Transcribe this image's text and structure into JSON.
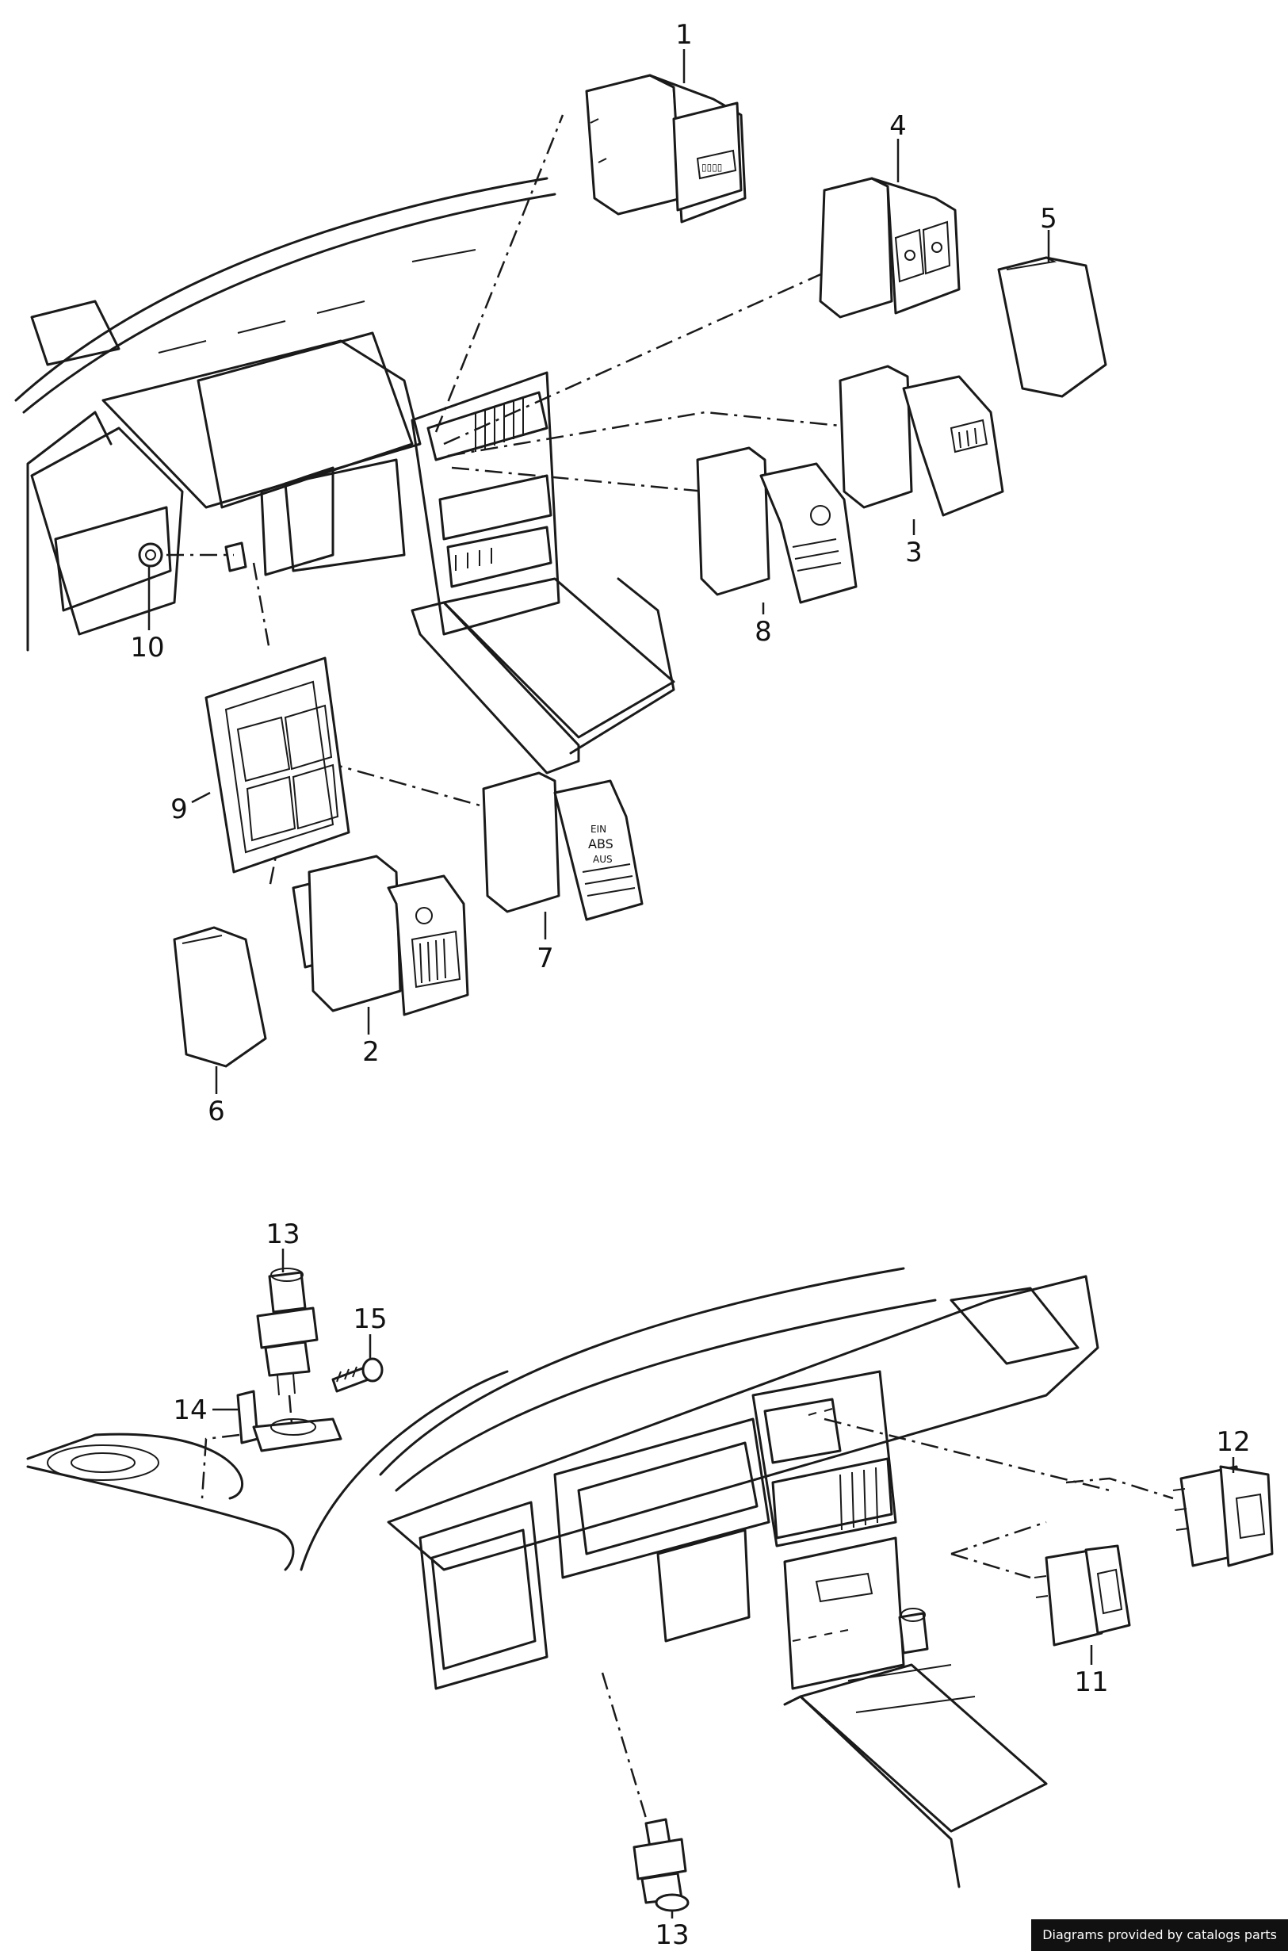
{
  "callouts": {
    "c1": "1",
    "c2": "2",
    "c3": "3",
    "c4": "4",
    "c5": "5",
    "c6": "6",
    "c7": "7",
    "c8": "8",
    "c9": "9",
    "c10": "10",
    "c11": "11",
    "c12": "12",
    "c13a": "13",
    "c13b": "13",
    "c14": "14",
    "c15": "15"
  },
  "switch_text": {
    "ein": "EIN",
    "abs": "ABS",
    "aus": "AUS"
  },
  "credit": "Diagrams provided by catalogs parts"
}
